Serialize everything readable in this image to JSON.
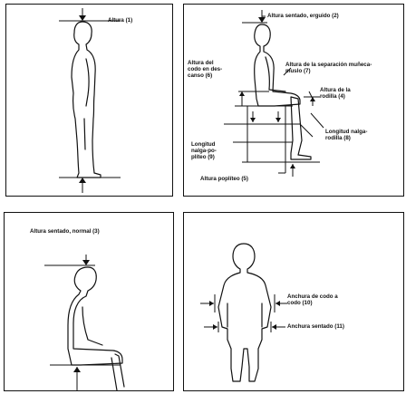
{
  "panels": {
    "p1": {
      "labels": {
        "altura": "Altura (1)"
      }
    },
    "p2": {
      "labels": {
        "altura_sentado_erguido": "Altura sentado, erguido (2)",
        "altura_codo": "Altura del codo en des- canso (6)",
        "separacion": "Altura de la separación muñeca-muslo (7)",
        "altura_rodilla": "Altura de la rodilla (4)",
        "longitud_nalga_rodilla": "Longitud nalga-rodilla (8)",
        "longitud_nalga_popliteo": "Longitud nalga-po- plíteo (9)",
        "altura_popliteo": "Altura poplíteo (5)"
      }
    },
    "p3": {
      "labels": {
        "altura_sentado_normal": "Altura sentado, normal (3)"
      }
    },
    "p4": {
      "labels": {
        "anchura_codo": "Anchura de codo a codo (10)",
        "anchura_sentado": "Anchura sentado (11)"
      }
    }
  }
}
